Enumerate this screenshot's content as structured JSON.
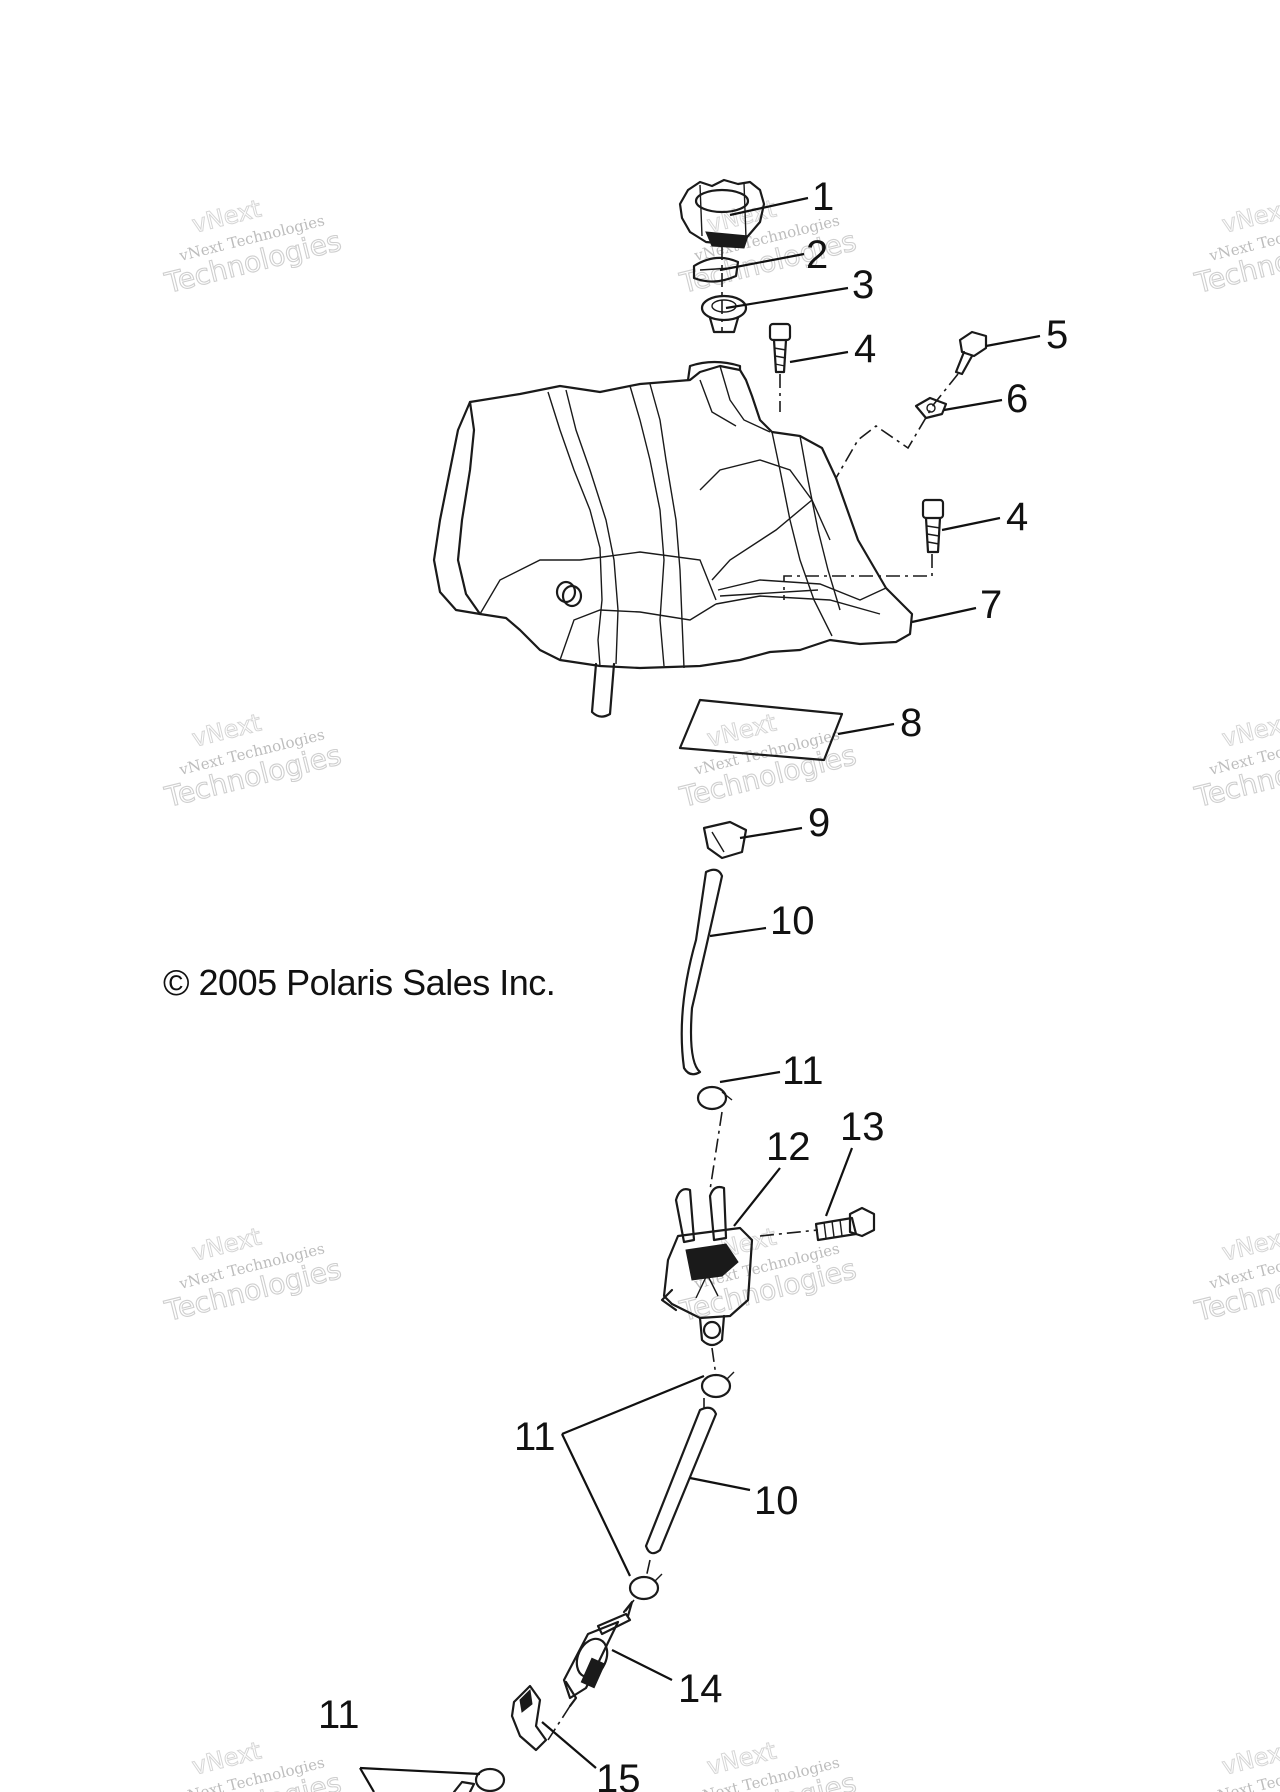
{
  "copyright": "© 2005 Polaris Sales Inc.",
  "watermark": {
    "line1": "vNext Technologies",
    "line2": "Technologies",
    "ghost": "vNext"
  },
  "callouts": [
    "1",
    "2",
    "3",
    "4",
    "5",
    "6",
    "4",
    "7",
    "8",
    "9",
    "10",
    "11",
    "12",
    "13",
    "11",
    "10",
    "14",
    "11",
    "15"
  ],
  "colors": {
    "ink": "#1a1a1a",
    "watermark": "#c8c8c8",
    "background": "#ffffff"
  }
}
